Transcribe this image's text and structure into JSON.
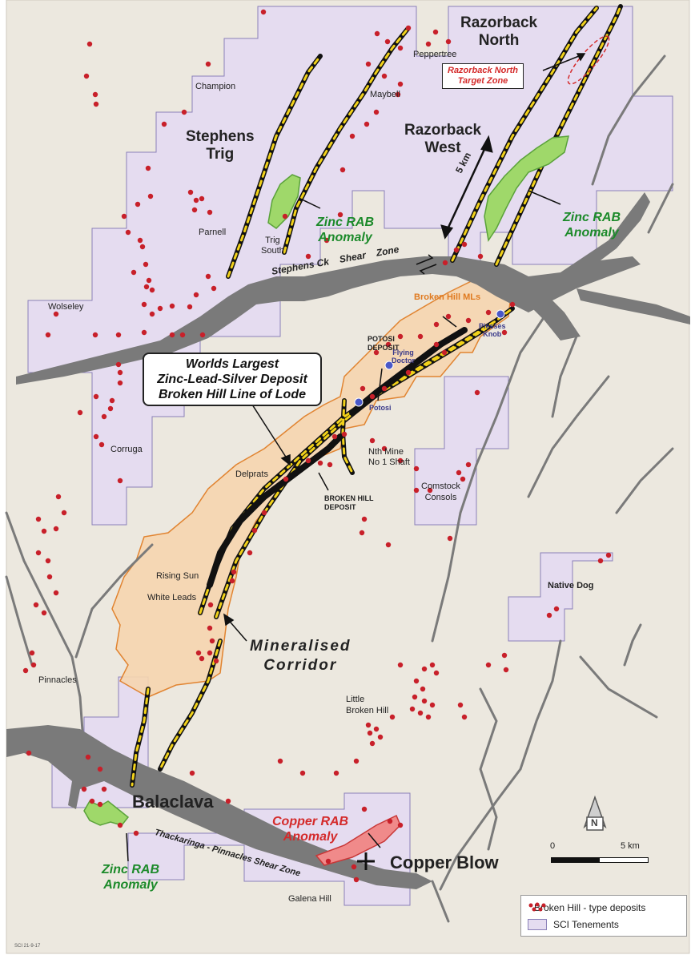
{
  "regions": {
    "razorback_north": "Razorback\nNorth",
    "razorback_west": "Razorback\nWest",
    "stephens_trig": "Stephens\nTrig",
    "balaclava": "Balaclava",
    "copper_blow": "Copper Blow"
  },
  "localities": {
    "peppertree": "Peppertree",
    "champion": "Champion",
    "maybell": "Maybell",
    "parnell": "Parnell",
    "trig_south": "Trig\nSouth",
    "wolseley": "Wolseley",
    "corruga": "Corruga",
    "delprats": "Delprats",
    "rising_sun": "Rising Sun",
    "white_leads": "White Leads",
    "nth_mine": "Nth Mine\nNo 1 Shaft",
    "comstock": "Comstock\nConsols",
    "native_dog": "Native Dog",
    "pinnacles": "Pinnacles",
    "little_broken_hill": "Little\nBroken Hill",
    "galena_hill": "Galena Hill"
  },
  "deposit_labels": {
    "potosi_deposit": "POTOSI\nDEPOSIT",
    "broken_hill_deposit": "BROKEN HILL\nDEPOSIT",
    "flying_doctor": "Flying\nDoctor",
    "potosi": "Potosi",
    "piesses_knob": "Piesses\nKnob"
  },
  "anomalies": {
    "zinc_rab_1": "Zinc RAB\nAnomaly",
    "zinc_rab_2": "Zinc RAB\nAnomaly",
    "zinc_rab_3": "Zinc RAB\nAnomaly",
    "copper_rab": "Copper RAB\nAnomaly",
    "razorback_target": "Razorback North\nTarget Zone"
  },
  "features": {
    "broken_hill_mls": "Broken Hill MLs",
    "mineralised_corridor": "Mineralised\nCorridor",
    "stephens_shear": "Stephens Ck    Shear    Zone",
    "thackaringa_shear": "Thackaringa - Pinnacles Shear Zone",
    "callout": "Worlds Largest\nZinc-Lead-Silver Deposit\nBroken Hill Line of Lode",
    "distance_5km": "5 km"
  },
  "scale_bar": {
    "start": "0",
    "end": "5 km"
  },
  "north_arrow": "N",
  "legend": [
    {
      "label": "Broken Hill - type deposits"
    },
    {
      "label": "SCI Tenements"
    }
  ],
  "footer_code": "SCI 21-9-17",
  "colors": {
    "background": "#ece8df",
    "tenement_fill": "#e5dcf0",
    "tenement_stroke": "#8a80b8",
    "deposit_dot": "#c8202a",
    "zinc_anomaly": "#9fd86a",
    "copper_anomaly": "#f08a8a",
    "ml_fill": "#f6d6b0",
    "ml_stroke": "#e07a1f",
    "shear_zone": "#6e6e6e",
    "fault_yellow": "#f2d21a"
  }
}
